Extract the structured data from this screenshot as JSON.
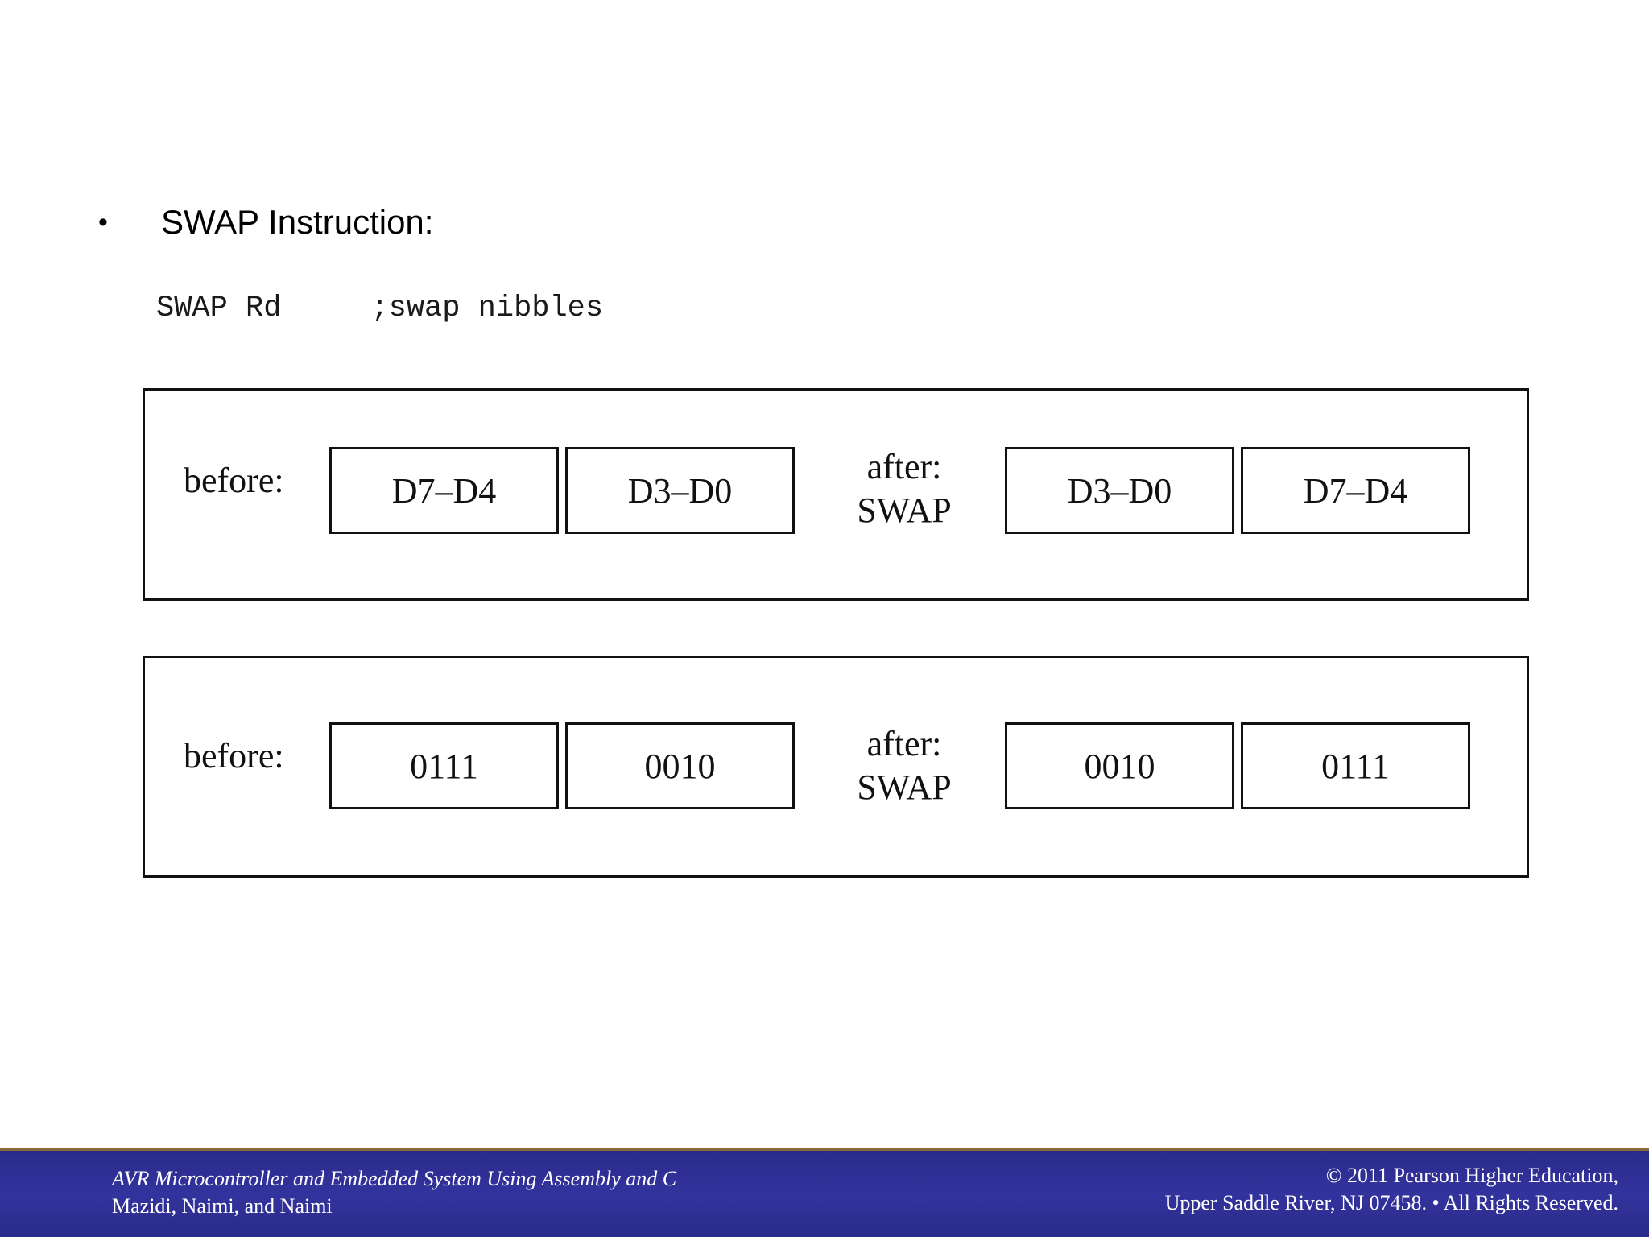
{
  "bullet": {
    "symbol": "•",
    "text": "SWAP Instruction:"
  },
  "code": {
    "line": "SWAP Rd     ;swap nibbles"
  },
  "diagram_symbolic": {
    "before_label": "before:",
    "after_label_1": "after:",
    "after_label_2": "SWAP",
    "before_cells": [
      "D7–D4",
      "D3–D0"
    ],
    "after_cells": [
      "D3–D0",
      "D7–D4"
    ]
  },
  "diagram_example": {
    "before_label": "before:",
    "after_label_1": "after:",
    "after_label_2": "SWAP",
    "before_cells": [
      "0111",
      "0010"
    ],
    "after_cells": [
      "0010",
      "0111"
    ]
  },
  "footer": {
    "book_title": "AVR Microcontroller and Embedded System Using Assembly and C",
    "authors": "Mazidi, Naimi, and Naimi",
    "copyright_line1": "© 2011   Pearson Higher Education,",
    "copyright_line2": "Upper Saddle River, NJ 07458. • All Rights Reserved."
  },
  "colors": {
    "footer_background": "#2f2f96",
    "footer_text": "#ffffff",
    "diagram_lines": "#111111"
  }
}
